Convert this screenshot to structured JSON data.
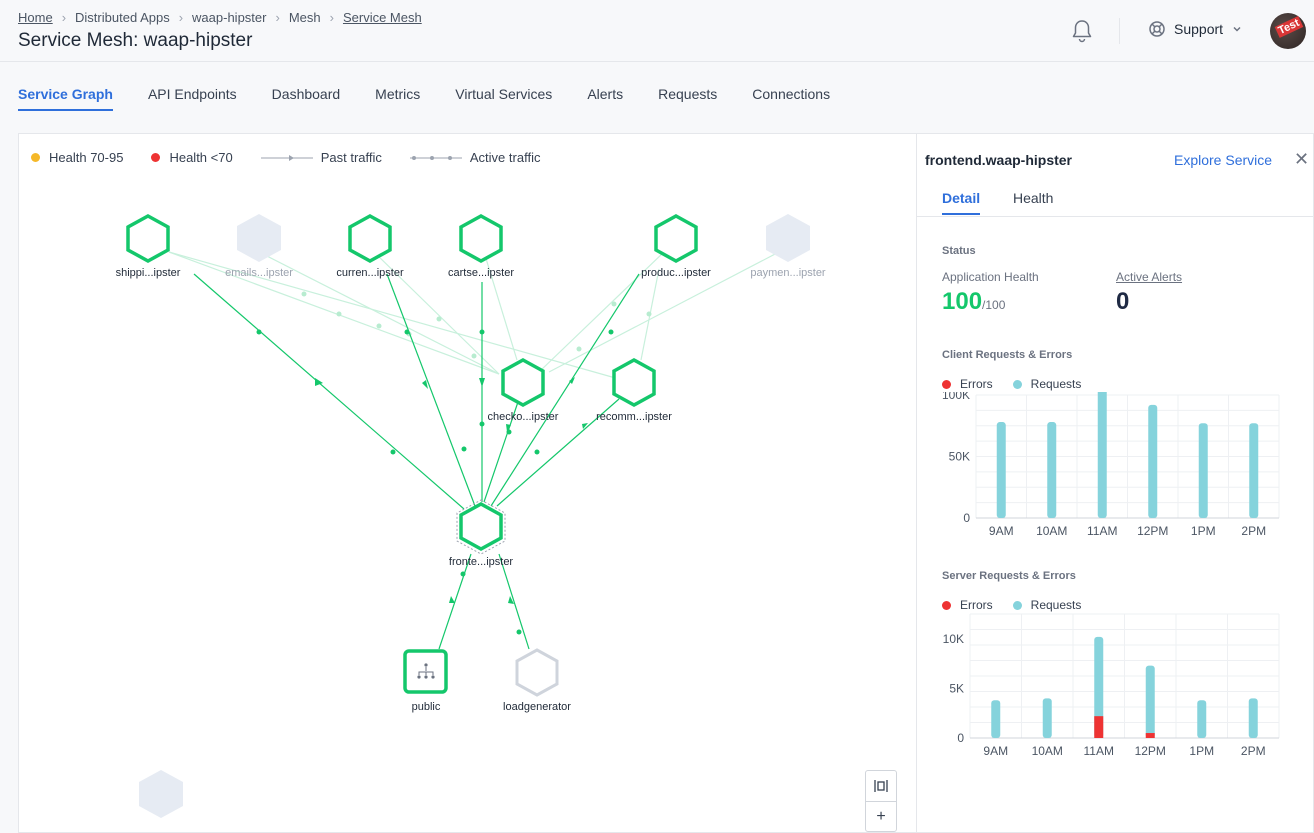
{
  "breadcrumb": [
    "Home",
    "Distributed Apps",
    "waap-hipster",
    "Mesh",
    "Service Mesh"
  ],
  "page_title": "Service Mesh: waap-hipster",
  "support_label": "Support",
  "avatar_text": "Test",
  "tabs": [
    "Service Graph",
    "API Endpoints",
    "Dashboard",
    "Metrics",
    "Virtual Services",
    "Alerts",
    "Requests",
    "Connections"
  ],
  "legend": {
    "health_70_95": "Health 70-95",
    "health_lt70": "Health <70",
    "past_traffic": "Past traffic",
    "active_traffic": "Active traffic"
  },
  "colors": {
    "accent": "#2f6fdb",
    "healthy": "#14c76b",
    "warning": "#f5b829",
    "error": "#ee3333",
    "requests": "#85d3dc",
    "faded_node": "#e6ebf3"
  },
  "nodes": {
    "shipping": "shippi...ipster",
    "emails": "emails...ipster",
    "currency": "curren...ipster",
    "cart": "cartse...ipster",
    "product": "produc...ipster",
    "payment": "paymen...ipster",
    "checkout": "checko...ipster",
    "recommend": "recomm...ipster",
    "frontend": "fronte...ipster",
    "public": "public",
    "loadgen": "loadgenerator"
  },
  "panel": {
    "service": "frontend.waap-hipster",
    "explore": "Explore Service",
    "tabs": [
      "Detail",
      "Health"
    ],
    "status_title": "Status",
    "app_health_label": "Application Health",
    "app_health_value": "100",
    "app_health_max": "/100",
    "alerts_label": "Active Alerts",
    "alerts_value": "0",
    "client_title": "Client Requests & Errors",
    "server_title": "Server Requests & Errors",
    "errors_label": "Errors",
    "requests_label": "Requests"
  },
  "chart_data": [
    {
      "type": "bar",
      "title": "Client Requests & Errors",
      "categories": [
        "9AM",
        "10AM",
        "11AM",
        "12PM",
        "1PM",
        "2PM"
      ],
      "ylim": [
        0,
        100000
      ],
      "yticks": [
        "0",
        "50K",
        "100K"
      ],
      "series": [
        {
          "name": "Errors",
          "values": [
            0,
            0,
            0,
            0,
            0,
            0
          ]
        },
        {
          "name": "Requests",
          "values": [
            78000,
            78000,
            108000,
            92000,
            77000,
            77000
          ]
        }
      ]
    },
    {
      "type": "bar",
      "title": "Server Requests & Errors",
      "categories": [
        "9AM",
        "10AM",
        "11AM",
        "12PM",
        "1PM",
        "2PM"
      ],
      "ylim": [
        0,
        12500
      ],
      "yticks": [
        "0",
        "5K",
        "10K"
      ],
      "series": [
        {
          "name": "Errors",
          "values": [
            0,
            0,
            2200,
            500,
            0,
            0
          ]
        },
        {
          "name": "Requests",
          "values": [
            3800,
            4000,
            10200,
            7300,
            3800,
            4000
          ]
        }
      ]
    }
  ]
}
